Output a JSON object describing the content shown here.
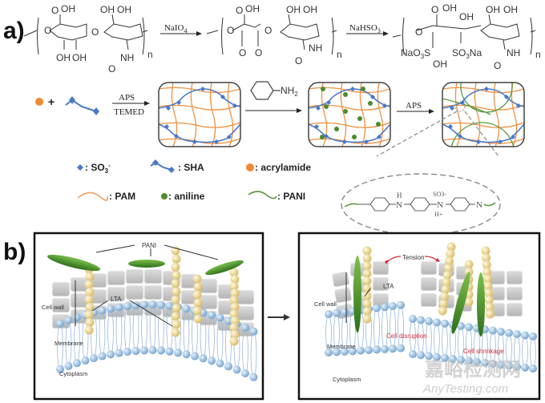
{
  "panel_a": {
    "label": "a)",
    "reaction_row1": {
      "reagent1": "NaIO4",
      "reagent2": "NaHSO3",
      "repeat_unit": "n",
      "molecule1_groups": [
        "OH",
        "O",
        "OH",
        "OH",
        "OH",
        "OH",
        "NH",
        "O"
      ],
      "molecule2_groups": [
        "OH",
        "O",
        "O",
        "O",
        "OH",
        "OH",
        "NH",
        "O"
      ],
      "molecule3_groups": [
        "OH",
        "OH",
        "NaO3S",
        "SO3Na",
        "OH",
        "OH",
        "OH",
        "NH",
        "O"
      ]
    },
    "reaction_row2": {
      "step1_top": "APS",
      "step1_bottom": "TEMED",
      "step2_reagent": "NH2",
      "step3_reagent": "APS",
      "plus": "+"
    },
    "legend": [
      {
        "symbol": "diamond",
        "label": ": SO3-",
        "color": "#4a78c8"
      },
      {
        "symbol": "sha-chain",
        "label": ": SHA",
        "color": "#4a78c8"
      },
      {
        "symbol": "orange-dot",
        "label": ": acrylamide",
        "color": "#f08a30"
      },
      {
        "symbol": "orange-wave",
        "label": ": PAM",
        "color": "#f0a060"
      },
      {
        "symbol": "green-dot",
        "label": ": aniline",
        "color": "#4e8a2e"
      },
      {
        "symbol": "green-wave",
        "label": ": PANI",
        "color": "#5a9a40"
      }
    ],
    "inset": {
      "groups": [
        "H",
        "N",
        "SO3-",
        "N",
        "H+",
        "N"
      ]
    }
  },
  "panel_b": {
    "label": "b)",
    "left": {
      "pani": "PANI",
      "lta": "LTA",
      "cell_wall": "Cell wall",
      "membrane": "Membrane",
      "cytoplasm": "Cytoplasm"
    },
    "right": {
      "tension": "Tension",
      "lta": "LTA",
      "cell_wall": "Cell wall",
      "membrane": "Membrane",
      "cytoplasm": "Cytoplasm",
      "disruption": "Cell disruption",
      "shrinkage": "Cell shrinkage"
    }
  },
  "watermark": {
    "cn": "嘉峪检测网",
    "en": "AnyTesting.com"
  },
  "colors": {
    "orange": "#f0923e",
    "blue": "#4a78c8",
    "green": "#4e8a2e",
    "wall_gray": "#c8c8c8",
    "lipid_blue": "#8cb8e0",
    "lta_yellow": "#f0dc8c",
    "red_text": "#d0303a"
  }
}
